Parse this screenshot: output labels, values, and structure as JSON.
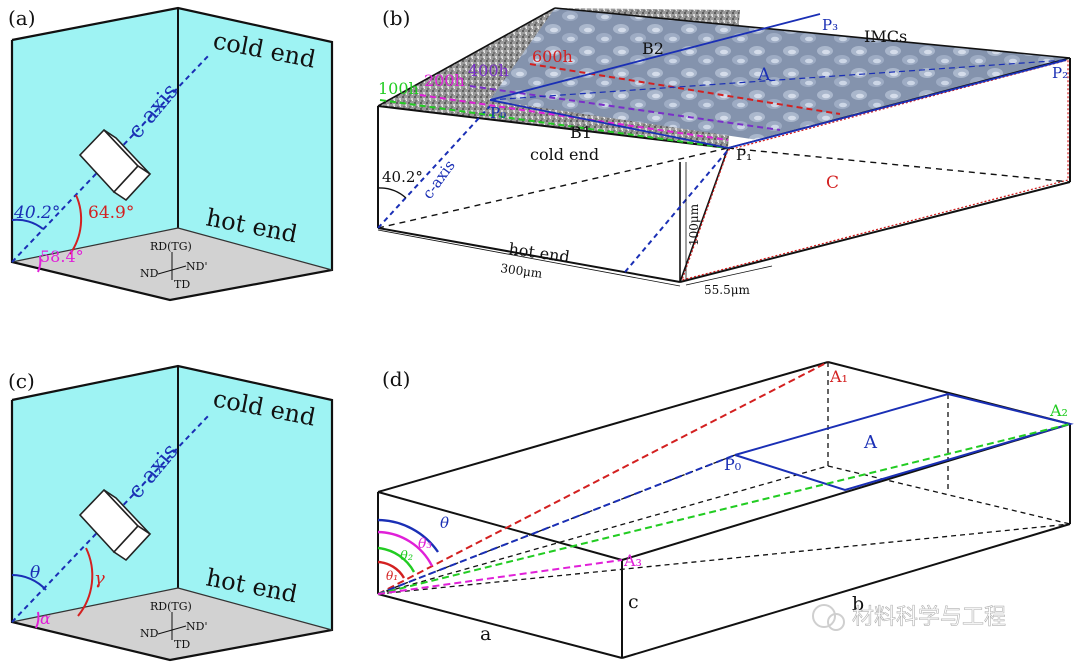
{
  "colors": {
    "wall": "#9ef3f3",
    "floor": "#d2d2d2",
    "blue": "#1a2fb5",
    "red": "#d32020",
    "magenta": "#e020d8",
    "green": "#22cc22",
    "purple": "#7a2fc9",
    "black": "#111111",
    "imc_surface": "#7f8fa8"
  },
  "panel_a": {
    "tag": "(a)",
    "cold_end": "cold end",
    "hot_end": "hot end",
    "c_axis": "c-axis",
    "angle_blue": "40.2°",
    "angle_red": "64.9°",
    "angle_magenta": "58.4°",
    "axes": {
      "rd": "RD(TG)",
      "nd": "ND",
      "nd_prime": "ND'",
      "td": "TD"
    }
  },
  "panel_b": {
    "tag": "(b)",
    "times": [
      "100h",
      "200h",
      "400h",
      "600h"
    ],
    "p0": "P₀",
    "p1": "P₁",
    "p2": "P₂",
    "p3": "P₃",
    "b1": "B1",
    "b2": "B2",
    "a": "A",
    "c": "C",
    "imcs": "IMCs",
    "cold_end": "cold end",
    "hot_end": "hot end",
    "c_axis": "c-axis",
    "angle": "40.2°",
    "dim_len": "300μm",
    "dim_h": "100μm",
    "dim_w": "55.5μm"
  },
  "panel_c": {
    "tag": "(c)",
    "cold_end": "cold end",
    "hot_end": "hot end",
    "c_axis": "c-axis",
    "theta": "θ",
    "gamma": "γ",
    "alpha": "α",
    "axes": {
      "rd": "RD(TG)",
      "nd": "ND",
      "nd_prime": "ND'",
      "td": "TD"
    }
  },
  "panel_d": {
    "tag": "(d)",
    "a1": "A₁",
    "a2": "A₂",
    "a3": "A₃",
    "p0": "P₀",
    "area": "A",
    "theta": "θ",
    "theta3": "θ₃",
    "theta2": "θ₂",
    "theta1": "θ₁",
    "dim_a": "a",
    "dim_b": "b",
    "dim_c": "c"
  },
  "watermark": "材料科学与工程"
}
